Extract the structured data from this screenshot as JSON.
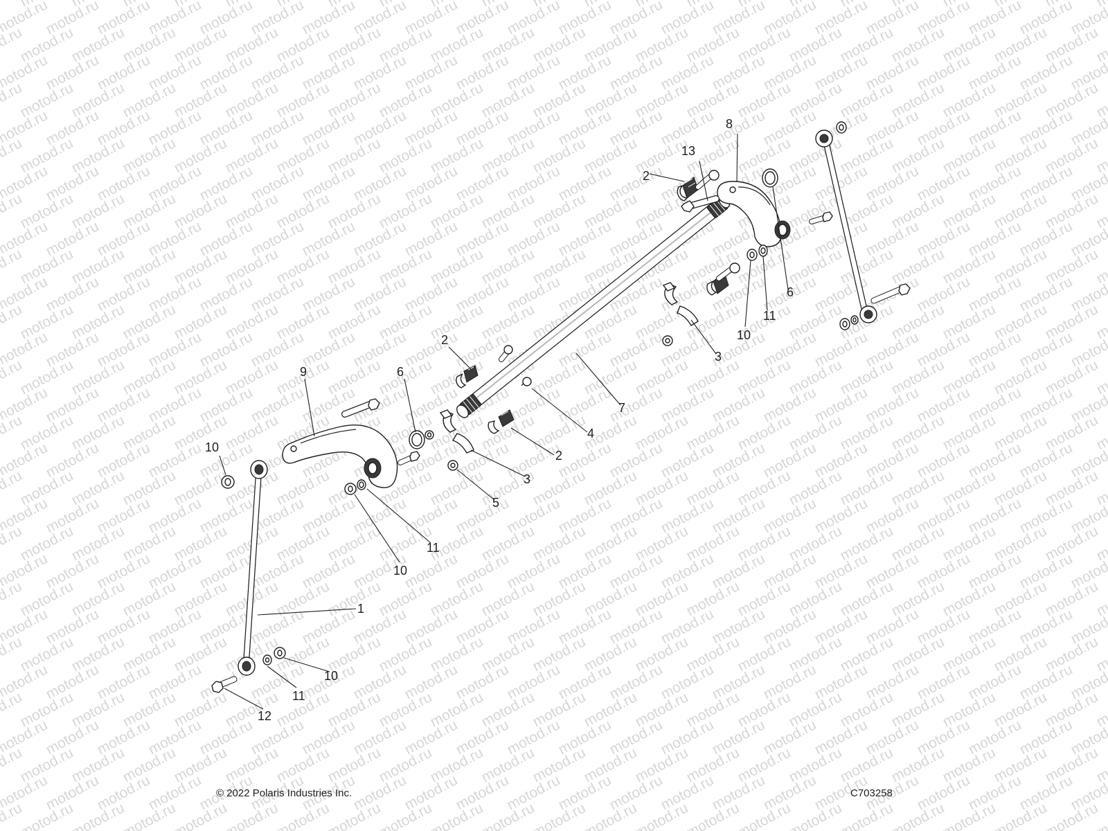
{
  "watermark": "motod.ru",
  "footer": {
    "copyright": "© 2022 Polaris Industries Inc.",
    "reference": "C703258"
  },
  "callouts": [
    "1",
    "2",
    "2",
    "2",
    "3",
    "3",
    "4",
    "5",
    "6",
    "6",
    "7",
    "8",
    "9",
    "10",
    "10",
    "10",
    "10",
    "11",
    "11",
    "11",
    "12",
    "13"
  ]
}
